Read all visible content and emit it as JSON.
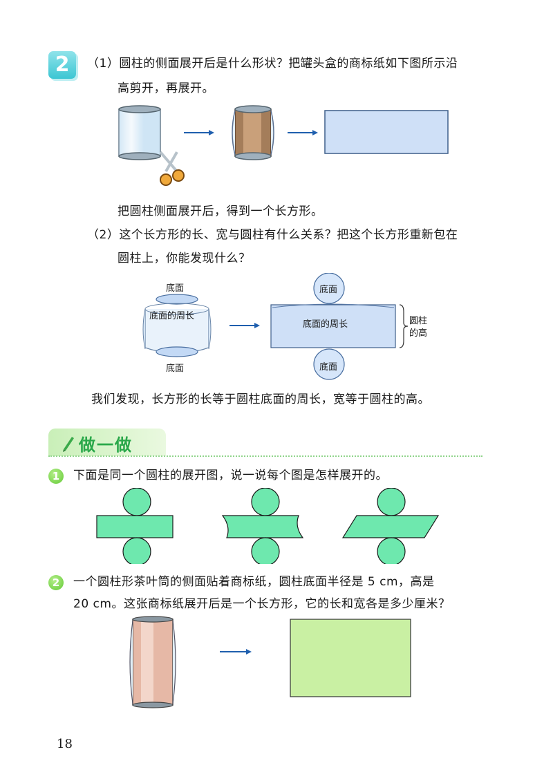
{
  "example": {
    "number": "2",
    "q1_line1": "（1）圆柱的侧面展开后是什么形状？把罐头盒的商标纸如下图所示沿",
    "q1_line2": "高剪开，再展开。",
    "q1_answer": "把圆柱侧面展开后，得到一个长方形。",
    "q2_line1": "（2）这个长方形的长、宽与圆柱有什么关系？把这个长方形重新包在",
    "q2_line2": "圆柱上，你能发现什么？",
    "conclusion": "我们发现，长方形的长等于圆柱底面的周长，宽等于圆柱的高。"
  },
  "figure2": {
    "top_base": "底面",
    "bottom_base": "底面",
    "circumference": "底面的周长",
    "net_top": "底面",
    "net_bottom": "底面",
    "net_length": "底面的周长",
    "height_line1": "圆柱",
    "height_line2": "的高"
  },
  "practice": {
    "title": "做一做",
    "item1_num": "1",
    "item1_text": "下面是同一个圆柱的展开图，说一说每个图是怎样展开的。",
    "item2_num": "2",
    "item2_line1": "一个圆柱形茶叶筒的侧面贴着商标纸，圆柱底面半径是 5 cm，高是",
    "item2_line2": "20 cm。这张商标纸展开后是一个长方形，它的长和宽各是多少厘米？"
  },
  "page_number": "18",
  "colors": {
    "badge": "#3cc6d3",
    "practice_green": "#2aa84a",
    "net_fill": "#6ee8ae",
    "label_fill": "#cfe0f7",
    "tea_label": "#e6b8a6",
    "answer_rect": "#c9f0a3"
  }
}
